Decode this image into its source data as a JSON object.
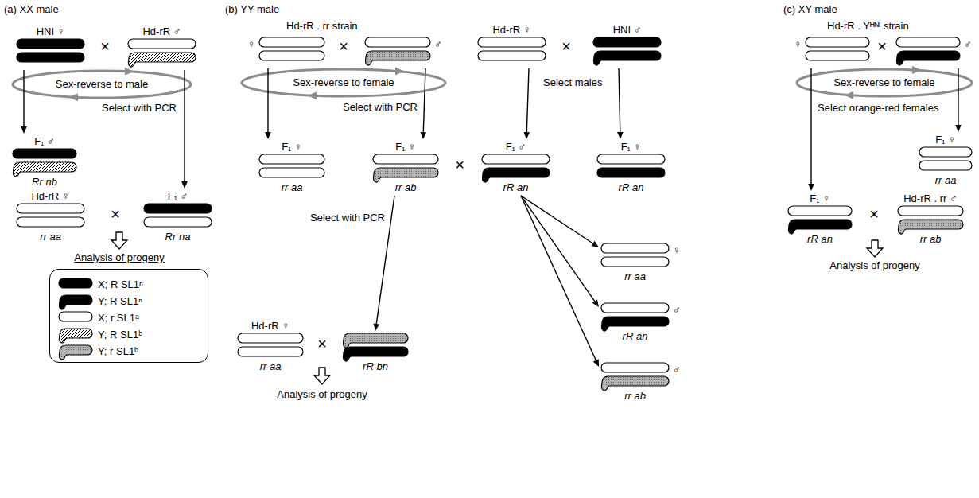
{
  "diagram": {
    "nodes": [
      {
        "text": [
          "HNI ♀"
        ]
      },
      {
        "text": [
          "Hd-rR ♂"
        ]
      },
      {
        "text": [
          "F₁ ♂",
          "Rr nb"
        ]
      },
      {
        "text": [
          "Hd-rR ♀",
          "rr aa"
        ]
      },
      {
        "text": [
          "F₁ ♂",
          "Rr na"
        ]
      },
      {
        "text": [
          "♀"
        ]
      },
      {
        "text": [
          "♂"
        ]
      },
      {
        "text": [
          "Hd-rR ♀"
        ]
      },
      {
        "text": [
          "HNI ♂"
        ]
      },
      {
        "text": [
          "F₁ ♀",
          "rr aa"
        ]
      },
      {
        "text": [
          "F₁ ♀",
          "rr ab"
        ]
      },
      {
        "text": [
          "F₁ ♂",
          "rR an"
        ]
      },
      {
        "text": [
          "F₁ ♀",
          "rR an"
        ]
      },
      {
        "text": [
          "♀",
          "rr aa"
        ]
      },
      {
        "text": [
          "♂",
          "rR an"
        ]
      },
      {
        "text": [
          "Hd-rR ♀",
          "rr aa"
        ]
      },
      {
        "text": [
          "rR bn"
        ]
      },
      {
        "text": [
          "♂",
          "rr ab"
        ]
      },
      {
        "text": [
          "♀"
        ]
      },
      {
        "text": [
          "♂"
        ]
      },
      {
        "text": [
          "F₁ ♀",
          "rr aa"
        ]
      },
      {
        "text": [
          "F₁ ♀",
          "rR an"
        ]
      },
      {
        "text": [
          "Hd-rR . rr ♂",
          "rr ab"
        ]
      }
    ],
    "edges": [
      {
        "from": 0,
        "to": 2,
        "arrow": "to"
      },
      {
        "from": 1,
        "to": 4,
        "arrow": "to"
      },
      {
        "from": 5,
        "to": 9,
        "arrow": "to"
      },
      {
        "from": 6,
        "to": 10,
        "arrow": "to"
      },
      {
        "from": 7,
        "to": 11,
        "arrow": "to"
      },
      {
        "from": 8,
        "to": 12,
        "arrow": "to"
      },
      {
        "from": 10,
        "to": 16,
        "arrow": "to"
      },
      {
        "from": 11,
        "to": 13,
        "arrow": "to"
      },
      {
        "from": 11,
        "to": 14,
        "arrow": "to"
      },
      {
        "from": 11,
        "to": 17,
        "arrow": "to"
      },
      {
        "from": 19,
        "to": 20,
        "arrow": "to"
      },
      {
        "from": 18,
        "to": 21,
        "arrow": "to"
      }
    ],
    "labels": [
      "(a) XX male",
      "×",
      "Sex-reverse to male",
      "Select with PCR",
      "×",
      "Analysis of progeny",
      "(b) YY male",
      "Hd-rR . rr strain",
      "×",
      "Sex-reverse to female",
      "Select with PCR",
      "×",
      "Select males",
      "×",
      "Select with PCR",
      "×",
      "Analysis of progeny",
      "(c) XY male",
      "Hd-rR . Yᴴᴺᴵ strain",
      "×",
      "Sex-reverse to female",
      "Select orange-red females",
      "×",
      "Analysis of progeny"
    ],
    "legend": [
      {
        "text": "X; R SL1ⁿ"
      },
      {
        "text": "Y; R SL1ⁿ"
      },
      {
        "text": "X; r SL1ᵃ"
      },
      {
        "text": "Y; R SL1ᵇ"
      },
      {
        "text": "Y; r SL1ᵇ"
      }
    ]
  }
}
